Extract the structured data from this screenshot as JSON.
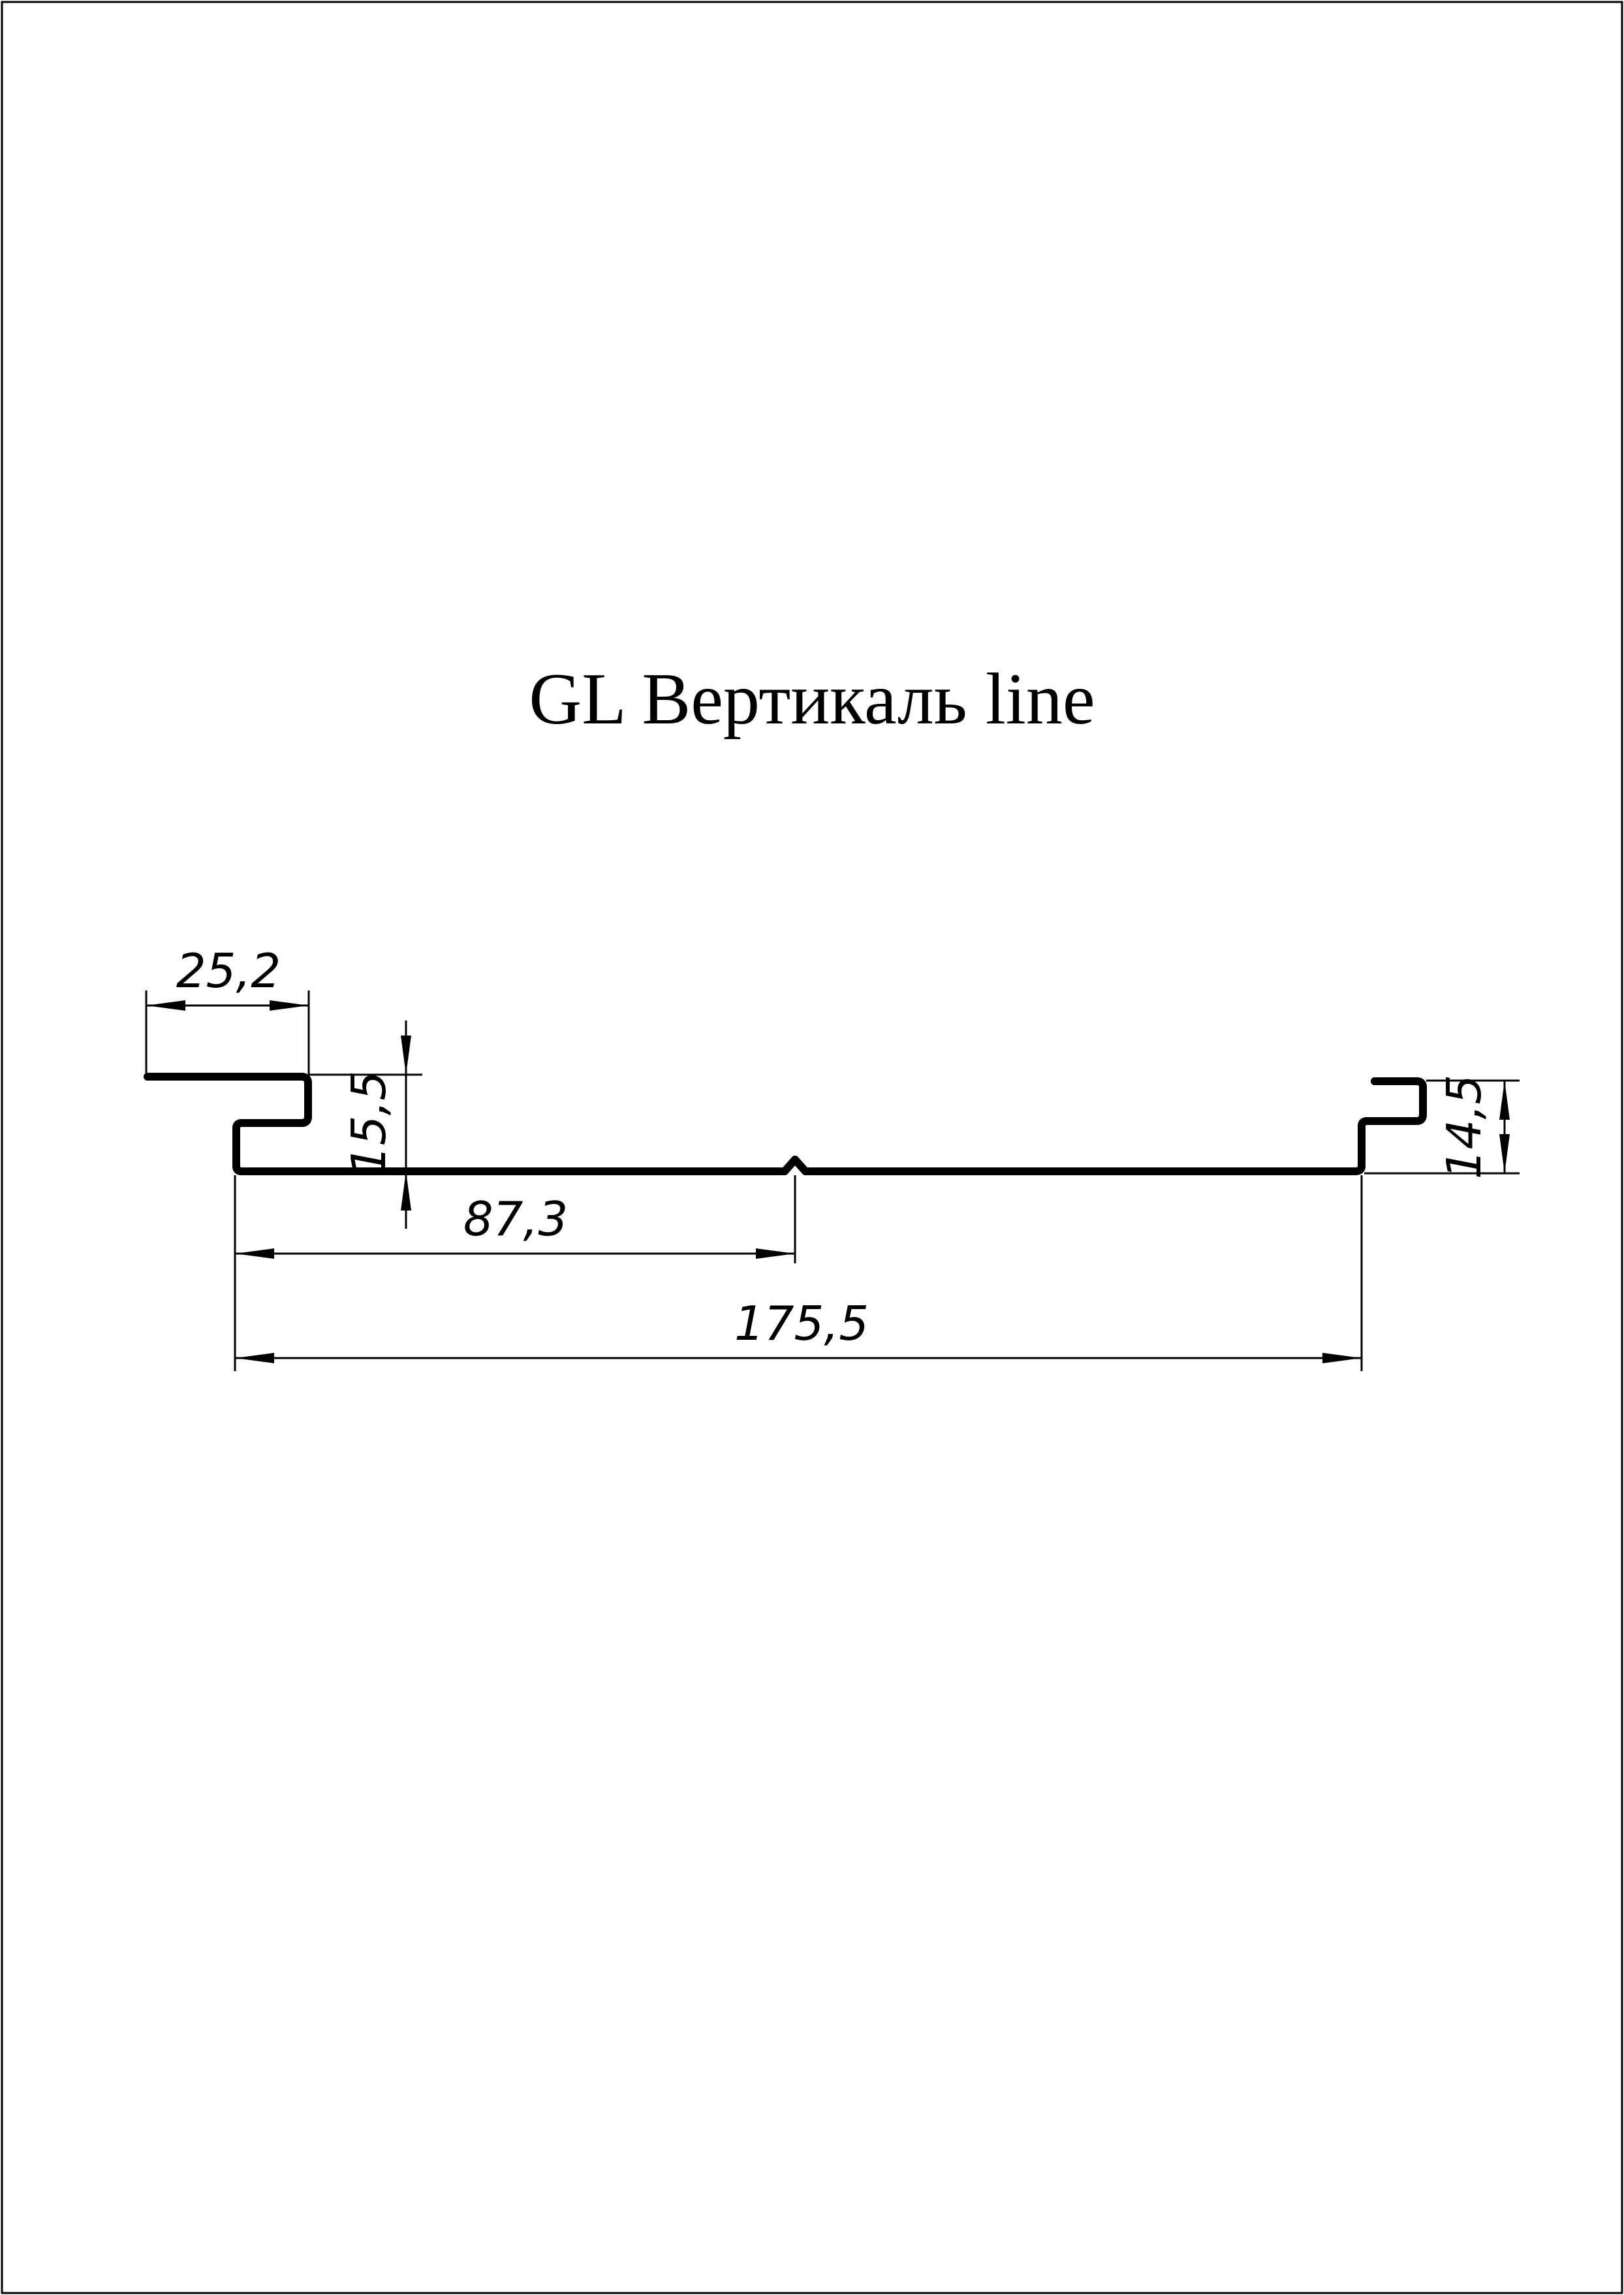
{
  "title": "GL Вертикаль line",
  "dimensions": {
    "flange_width": "25,2",
    "left_height": "15,5",
    "right_height": "14,5",
    "half_width": "87,3",
    "total_width": "175,5"
  },
  "colors": {
    "line": "#000000",
    "background": "#ffffff"
  }
}
